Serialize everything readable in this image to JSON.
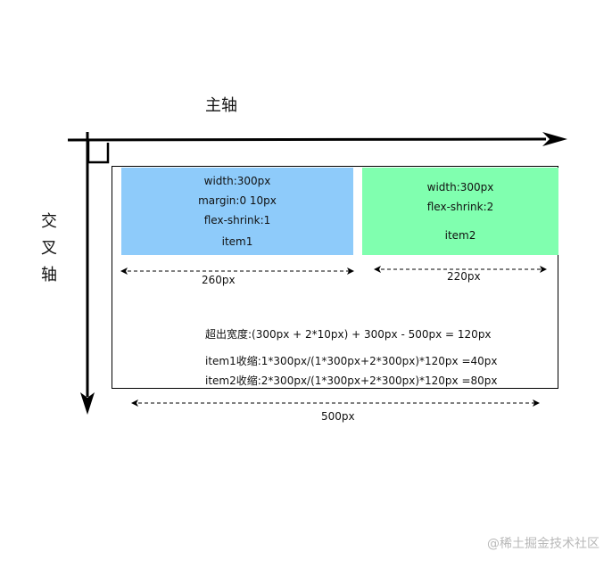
{
  "axes": {
    "main_axis_label": "主轴",
    "cross_axis_label": [
      "交",
      "叉",
      "轴"
    ]
  },
  "items": [
    {
      "lines": [
        "width:300px",
        "margin:0 10px",
        "flex-shrink:1"
      ],
      "name": "item1",
      "color": "#8ecbfa",
      "final_width_label": "260px"
    },
    {
      "lines": [
        "width:300px",
        "flex-shrink:2"
      ],
      "name": "item2",
      "color": "#80ffaf",
      "final_width_label": "220px"
    }
  ],
  "container_width_label": "500px",
  "formulas": {
    "overflow": "超出宽度:(300px + 2*10px) + 300px - 500px = 120px",
    "item1_shrink": "item1收缩:1*300px/(1*300px+2*300px)*120px =40px",
    "item2_shrink": "item2收缩:2*300px/(1*300px+2*300px)*120px =80px"
  },
  "watermark": "@稀土掘金技术社区"
}
